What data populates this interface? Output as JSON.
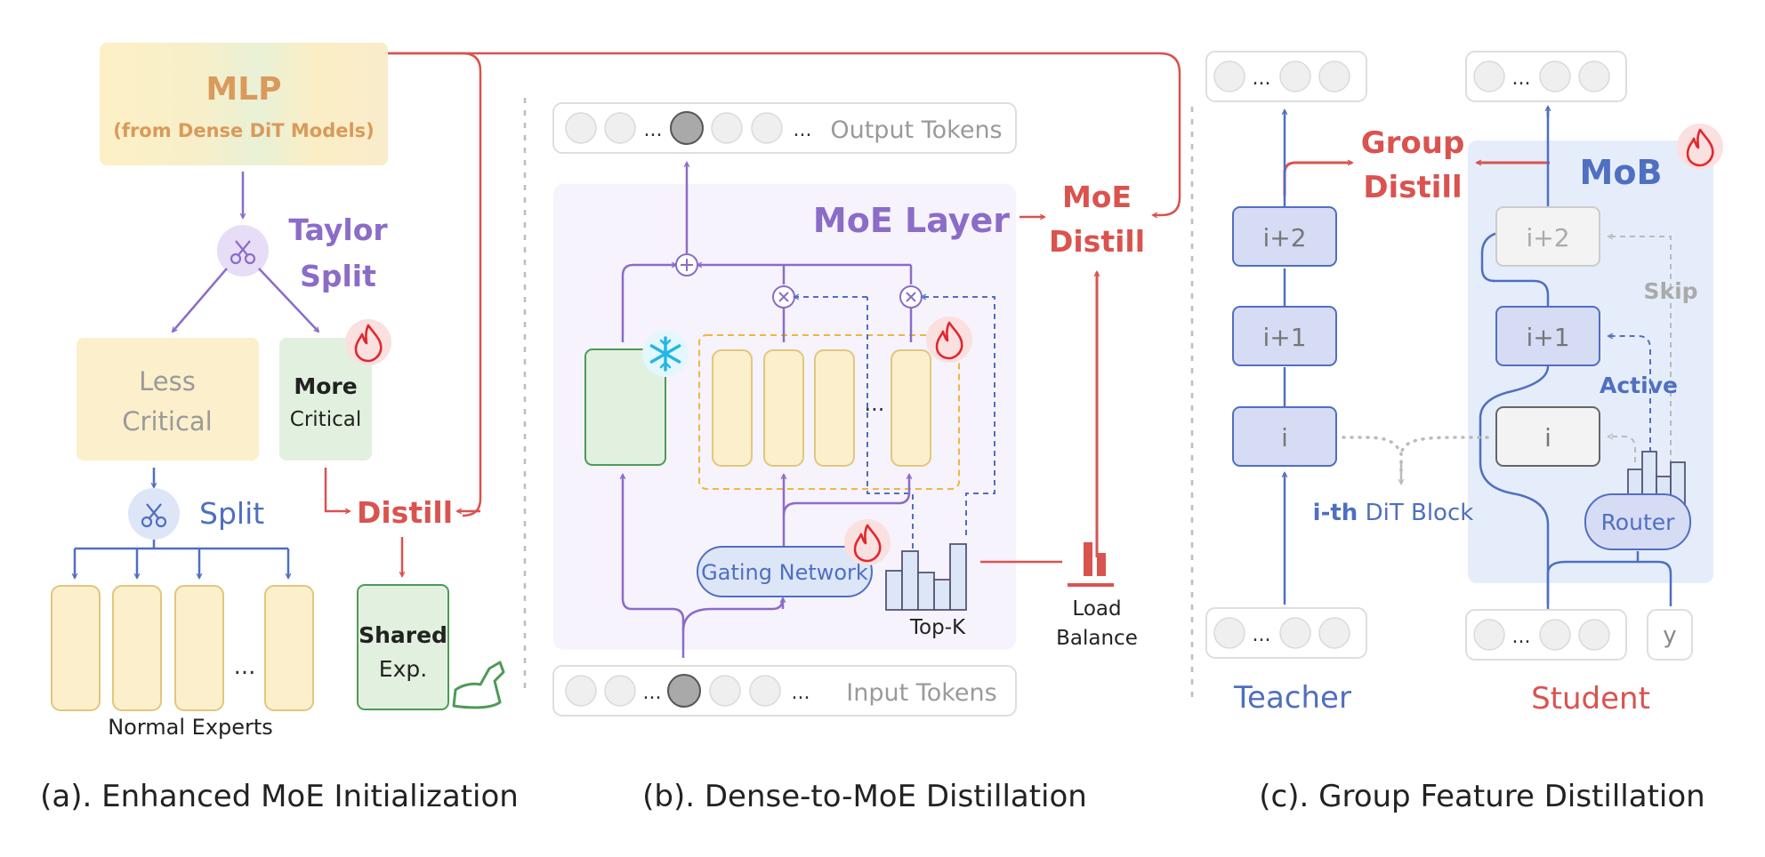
{
  "panel_a": {
    "mlp_title": "MLP",
    "mlp_subtitle": "(from Dense DiT Models)",
    "taylor_split": [
      "Taylor",
      "Split"
    ],
    "less_critical": [
      "Less",
      "Critical"
    ],
    "more_critical": [
      "More",
      "Critical"
    ],
    "split": "Split",
    "distill": "Distill",
    "ellipsis": "...",
    "normal_experts": "Normal Experts",
    "shared_exp": [
      "Shared",
      "Exp."
    ],
    "caption": "(a). Enhanced MoE Initialization"
  },
  "panel_b": {
    "output_tokens": "Output Tokens",
    "input_tokens": "Input Tokens",
    "ellipsis": "...",
    "moe_layer": "MoE Layer",
    "moe_distill": [
      "MoE",
      "Distill"
    ],
    "gating_network": "Gating Network",
    "top_k": "Top-K",
    "load_balance": [
      "Load",
      "Balance"
    ],
    "caption": "(b). Dense-to-MoE Distillation"
  },
  "panel_c": {
    "group_distill": [
      "Group",
      "Distill"
    ],
    "mob": "MoB",
    "teacher_blocks": [
      "i+2",
      "i+1",
      "i"
    ],
    "student_blocks": [
      "i+2",
      "i+1",
      "i"
    ],
    "skip": "Skip",
    "active": "Active",
    "ith_bold": "i-th",
    "ith_rest": " DiT Block",
    "router": "Router",
    "y": "y",
    "ellipsis": "...",
    "teacher": "Teacher",
    "student": "Student",
    "caption": "(c). Group Feature Distillation"
  },
  "colors": {
    "red": "#d9534f",
    "purple": "#8b6cc7",
    "blue": "#4f6fc0",
    "orange": "#d99a5b",
    "gray": "#999999"
  }
}
